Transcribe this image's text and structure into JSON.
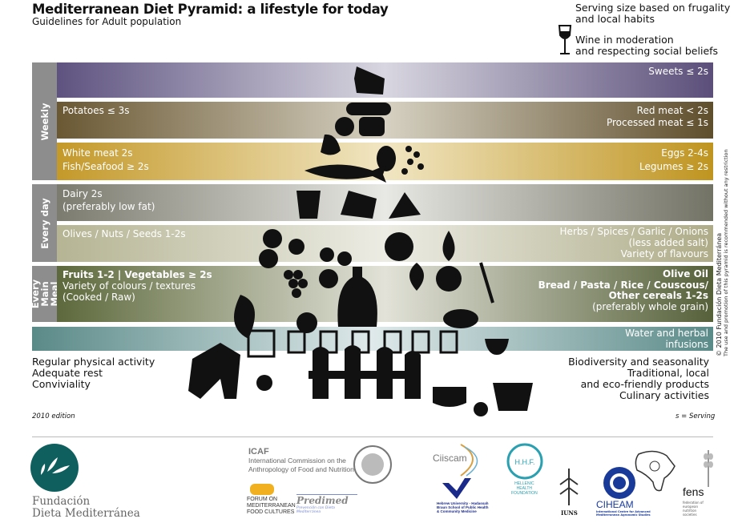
{
  "header": {
    "title": "Mediterranean Diet Pyramid: a lifestyle for today",
    "subtitle": "Guidelines for Adult population",
    "serving_note": [
      "Serving size based on frugality",
      "and local habits"
    ],
    "wine_note": [
      "Wine in moderation",
      "and respecting social beliefs"
    ]
  },
  "frequency_labels": {
    "weekly": "Weekly",
    "every_day": "Every day",
    "every_main_meal": "Every Main Meal"
  },
  "bands": {
    "sweets": {
      "right": [
        "Sweets ≤ 2s"
      ]
    },
    "meat": {
      "left": [
        "Potatoes ≤ 3s"
      ],
      "right": [
        "Red meat < 2s",
        "Processed meat ≤ 1s"
      ]
    },
    "protein": {
      "left": [
        "White meat 2s",
        "Fish/Seafood ≥ 2s"
      ],
      "right": [
        "Eggs 2-4s",
        "Legumes ≥ 2s"
      ]
    },
    "dairy": {
      "left": [
        "Dairy 2s",
        "(preferably low fat)"
      ]
    },
    "olives": {
      "left": [
        "Olives / Nuts / Seeds  1-2s"
      ],
      "right": [
        "Herbs / Spices / Garlic / Onions",
        "(less added salt)",
        "Variety of flavours"
      ]
    },
    "main": {
      "left_bold": "Fruits 1-2 | Vegetables ≥ 2s",
      "left": [
        "Variety of colours / textures",
        "(Cooked / Raw)"
      ],
      "right_bold": [
        "Olive Oil",
        "Bread / Pasta / Rice / Couscous/",
        "Other cereals 1-2s"
      ],
      "right": "(preferably whole grain)"
    },
    "water": {
      "right": [
        "Water and herbal",
        "infusions"
      ]
    }
  },
  "lifestyle_left": [
    "Regular physical activity",
    "Adequate rest",
    "Conviviality"
  ],
  "lifestyle_right": [
    "Biodiversity and seasonality",
    "Traditional, local",
    "and eco-friendly products",
    "Culinary activities"
  ],
  "edition": "2010 edition",
  "legend": "s = Serving",
  "copyright": [
    "© 2010 Fundación Dieta Mediterránea",
    "The use and promotion of this pyramid is recommended without any restriction"
  ],
  "foundation": [
    "Fundación",
    "Dieta Mediterránea"
  ],
  "colors": {
    "sweets": "#5e5380",
    "meat": "#6a5833",
    "protein": "#c4992a",
    "dairy": "#7c7b6f",
    "olives": "#b5b493",
    "main": "#5d693c",
    "water": "#5a8a88",
    "logo": "#0f5f5f"
  },
  "partners": {
    "icaf": {
      "name": "ICAF",
      "desc": [
        "International Commission on the",
        "Anthropology of Food and Nutrition"
      ]
    },
    "forum": [
      "FORUM ON",
      "MEDITERRANEAN",
      "FOOD CULTURES"
    ],
    "predimed": {
      "name": "Predimed",
      "desc": "Prevención con Dieta Mediterránea"
    },
    "ciiscam": "Ciiscam",
    "hebrew": [
      "Hebrew University - Hadassah",
      "Braun School of Public Health",
      "& Community Medicine"
    ],
    "hhf": {
      "name": "H.H.F.",
      "desc": [
        "HELLENIC",
        "HEALTH",
        "FOUNDATION"
      ]
    },
    "iuns": "IUNS",
    "ciheam": {
      "name": "CIHEAM",
      "desc": [
        "International Centre for Advanced",
        "Mediterranean Agronomic Studies"
      ]
    },
    "fens": {
      "name": "fens",
      "desc": [
        "federation of",
        "european",
        "nutrition",
        "societies"
      ]
    }
  }
}
